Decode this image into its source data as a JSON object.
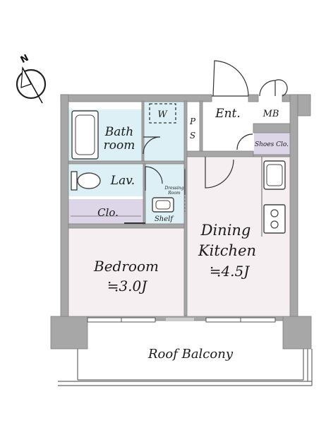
{
  "compass": {
    "north_label": "N"
  },
  "rooms": {
    "bath_line1": "Bath",
    "bath_line2": "room",
    "washer": "W",
    "ps_line1": "P",
    "ps_line2": "S",
    "entrance": "Ent.",
    "meter_box": "MB",
    "shoes_closet": "Shoes Clo.",
    "lavatory": "Lav.",
    "dressing_line1": "Dressing",
    "dressing_line2": "Room",
    "closet": "Clo.",
    "shelf": "Shelf",
    "dining_line1": "Dining",
    "dining_line2": "Kitchen",
    "dining_area": "≒4.5J",
    "bedroom": "Bedroom",
    "bedroom_area": "≒3.0J",
    "balcony": "Roof Balcony"
  },
  "colors": {
    "wet_area": "#ddf0f6",
    "living_area": "#f6eff2",
    "storage_area": "#ddd6e8",
    "wall": "#a7a7a7"
  }
}
